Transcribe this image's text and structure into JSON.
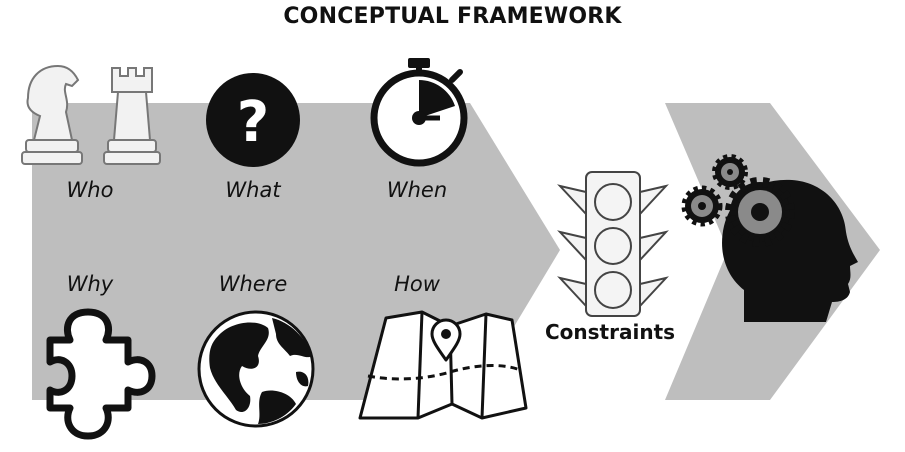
{
  "title": "CONCEPTUAL FRAMEWORK",
  "labels": {
    "who": "Who",
    "what": "What",
    "when": "When",
    "why": "Why",
    "where": "Where",
    "how": "How",
    "constraints": "Constraints"
  },
  "question_mark": "?",
  "colors": {
    "arrow_fill": "#bebebe",
    "icon_dark": "#111111",
    "icon_light": "#f0f0f0",
    "gear_grey": "#8a8a8a"
  },
  "icons": [
    "chess-knight-icon",
    "chess-rook-icon",
    "question-mark-icon",
    "stopwatch-icon",
    "puzzle-piece-icon",
    "globe-icon",
    "map-pin-icon",
    "traffic-light-icon",
    "head-gears-icon"
  ]
}
